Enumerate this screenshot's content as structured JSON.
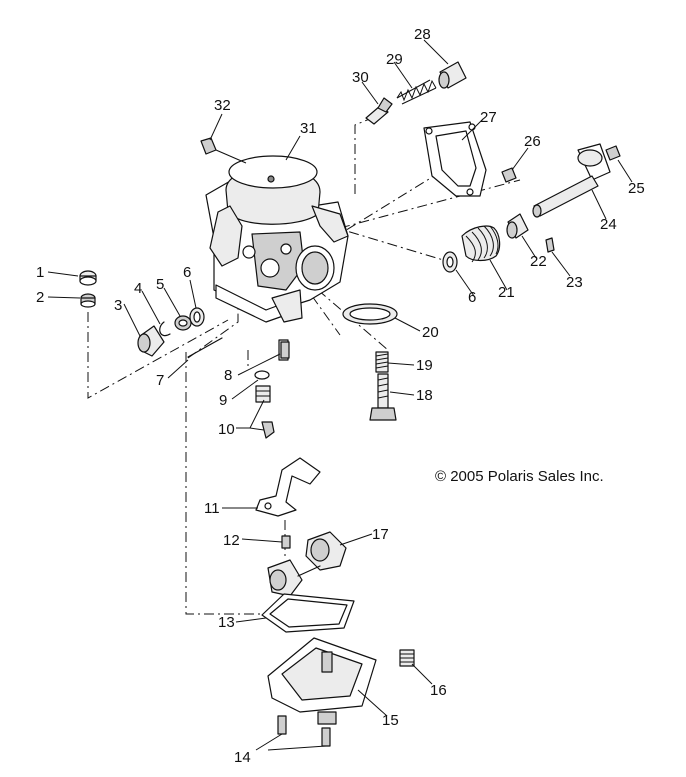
{
  "diagram": {
    "copyright": "© 2005 Polaris Sales Inc.",
    "callouts": [
      "1",
      "2",
      "3",
      "4",
      "5",
      "6",
      "6",
      "7",
      "8",
      "9",
      "10",
      "11",
      "12",
      "13",
      "14",
      "15",
      "16",
      "17",
      "18",
      "19",
      "20",
      "21",
      "22",
      "23",
      "24",
      "25",
      "26",
      "27",
      "28",
      "29",
      "30",
      "31",
      "32"
    ]
  }
}
